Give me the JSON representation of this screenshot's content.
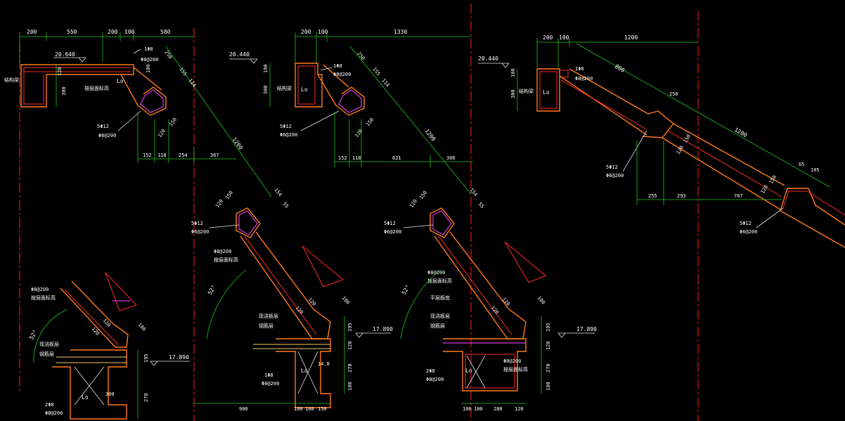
{
  "colors": {
    "background": "#000000",
    "dimension": "#22c522",
    "concrete_outline": "#ff7a1a",
    "rebar": "#ff2a2a",
    "stirrup": "#d33cd3",
    "axis": "#e01414",
    "leader": "#e8e8e8",
    "text": "#ffffff"
  },
  "detail1": {
    "top_dims": [
      "200",
      "550",
      "200",
      "100",
      "580"
    ],
    "elevation": "20.640",
    "rebar_top": "1Φ8",
    "rebar_top2": "Φ8@200",
    "dims_slab": [
      "250",
      "155",
      "114"
    ],
    "beam_dims": [
      "120",
      "300",
      "100"
    ],
    "lo": "Lo",
    "note_left": "结构梁",
    "note_mid": "按层面标高",
    "rebar_corner": "5Φ12",
    "stirrup_corner": "Φ6@200",
    "dims_corner": [
      "120",
      "150"
    ],
    "bottom_dims": [
      "152",
      "118",
      "254",
      "367"
    ],
    "slope_dim": "1200"
  },
  "detail2": {
    "top_dims": [
      "200",
      "100",
      "1330"
    ],
    "elevation": "20.440",
    "rebar_top": "1Φ8",
    "rebar_top2": "Φ8@200",
    "dims_slab": [
      "250",
      "155",
      "114"
    ],
    "beam_dims": [
      "100",
      "300"
    ],
    "lo": "Lo",
    "note_beam": "结构梁",
    "rebar_corner": "5Φ12",
    "stirrup_corner": "Φ6@200",
    "dims_corner": [
      "120",
      "150"
    ],
    "bottom_dims": [
      "152",
      "118",
      "621",
      "306"
    ],
    "slope_dim": "1200"
  },
  "detail3": {
    "top_dims": [
      "200",
      "100",
      "1200"
    ],
    "elevation": "20.440",
    "rebar_top": "1Φ8",
    "rebar_top2": "Φ8@200",
    "beam_dims": [
      "100",
      "300"
    ],
    "lo": "Lo",
    "note_beam": "结构梁",
    "slope_dim1": "800",
    "dims_knee": [
      "250",
      "120",
      "150"
    ],
    "rebar_knee": "5Φ12",
    "stirrup_knee": "Φ6@200",
    "bottom_dims": [
      "255",
      "293",
      "767"
    ],
    "slope_dim2": "1200",
    "dims_end": [
      "65",
      "105",
      "150",
      "120"
    ],
    "rebar_end": "5Φ12",
    "stirrup_end": "Φ6@200"
  },
  "detail4": {
    "stirrup": "Φ8@200",
    "note": "按层面标高",
    "angle": "52°",
    "dims_slab": [
      "120",
      "120",
      "100"
    ],
    "layer1": "现浇板层",
    "layer2": "钢筋层",
    "elevation": "17.890",
    "dims_right": [
      "195",
      "270"
    ],
    "dim_bottom": "300",
    "lo": "Lo",
    "rebar_bottom": "2Φ8",
    "stirrup_bottom": "Φ8@200"
  },
  "detail5": {
    "dims_top": [
      "120",
      "150",
      "154",
      "55"
    ],
    "rebar": "5Φ12",
    "stirrup_top": "Φ6@200",
    "stirrup": "Φ8@200",
    "note": "按层面标高",
    "angle": "52°",
    "dims_slab": [
      "120",
      "120",
      "100"
    ],
    "layer1": "现浇板层",
    "layer2": "钢筋层",
    "elevation": "17.890",
    "dims_right": [
      "195",
      "120",
      "270",
      "100"
    ],
    "rebar_mid": "1Φ8",
    "stirrup_mid": "Φ8@200",
    "dim_mid": "14.8",
    "lo": "Lo",
    "bottom_dims": [
      "900",
      "100",
      "100",
      "150"
    ]
  },
  "detail6": {
    "dims_top": [
      "120",
      "150",
      "154",
      "55"
    ],
    "rebar": "5Φ12",
    "stirrup_top": "Φ6@200",
    "stirrup": "Φ8@200",
    "note": "按层面标高",
    "angle": "52°",
    "dims_slab": [
      "120",
      "120",
      "100"
    ],
    "layer0": "平层板底",
    "layer1": "现浇板层",
    "layer2": "钢筋层",
    "elevation": "17.890",
    "dims_right": [
      "195",
      "120",
      "270",
      "100"
    ],
    "stirrup_mid": "Φ8@200",
    "note_mid": "按层面标高",
    "rebar_bottom": "2Φ8",
    "stirrup_bottom": "Φ8@200",
    "lo": "Lo",
    "bottom_dims": [
      "100",
      "100",
      "280",
      "120"
    ]
  }
}
